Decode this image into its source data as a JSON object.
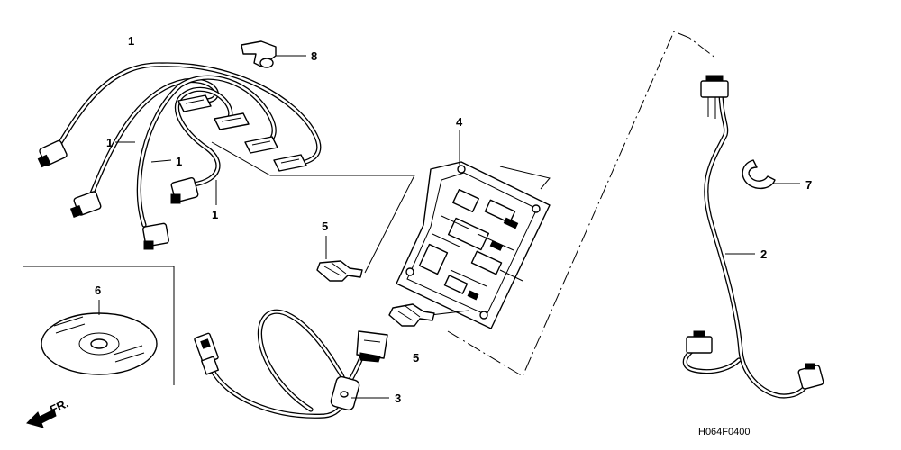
{
  "diagram": {
    "drawing_code": "H064F0400",
    "direction_marker": "FR.",
    "callouts": {
      "c1a": "1",
      "c1b": "1",
      "c1c": "1",
      "c1d": "1",
      "c2": "2",
      "c3": "3",
      "c4": "4",
      "c5a": "5",
      "c5b": "5",
      "c6": "6",
      "c7": "7",
      "c8": "8"
    }
  }
}
